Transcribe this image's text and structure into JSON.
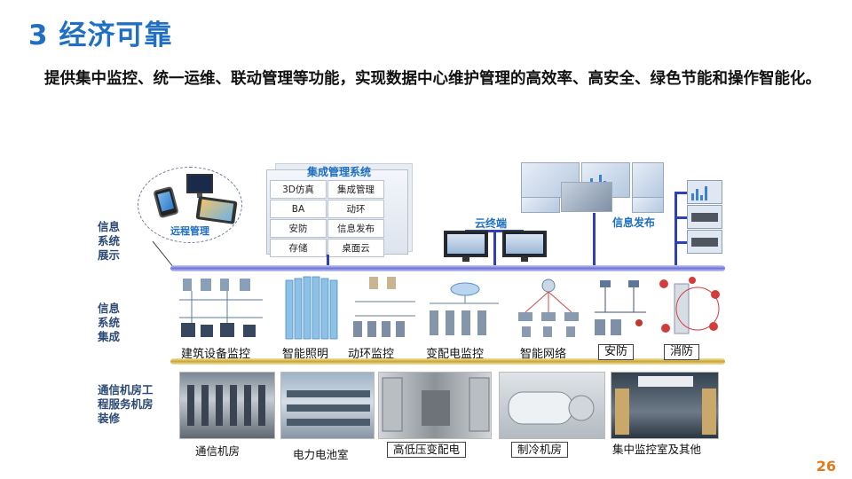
{
  "slide": {
    "title": "3 经济可靠",
    "intro": "提供集中监控、统一运维、联动管理等功能，实现数据中心维护管理的高效率、高安全、绿色节能和操作智能化。",
    "page_number": "26"
  },
  "layers": {
    "display": "信息系统展示",
    "integration": "信息系统集成",
    "engineering": "通信机房工程服务机房装修"
  },
  "display_layer": {
    "remote": "远程管理",
    "integrated_system": {
      "title": "集成管理系统",
      "cells": [
        "3D仿真",
        "集成管理",
        "BA",
        "动环",
        "安防",
        "信息发布",
        "存储",
        "桌面云"
      ]
    },
    "cloud_terminal": "云终端",
    "info_publish": "信息发布"
  },
  "subsystems": [
    "建筑设备监控",
    "智能照明",
    "动环监控",
    "变配电监控",
    "智能网络",
    "安防",
    "消防"
  ],
  "engineering_items": [
    "通信机房",
    "电力电池室",
    "高低压变配电",
    "制冷机房",
    "集中监控室及其他"
  ],
  "colors": {
    "title": "#1F6FC5",
    "accent_label": "#1D6FC2",
    "bus_blue": "#6E74D8",
    "bus_gold": "#C9A336",
    "page_number": "#E07A1F"
  }
}
